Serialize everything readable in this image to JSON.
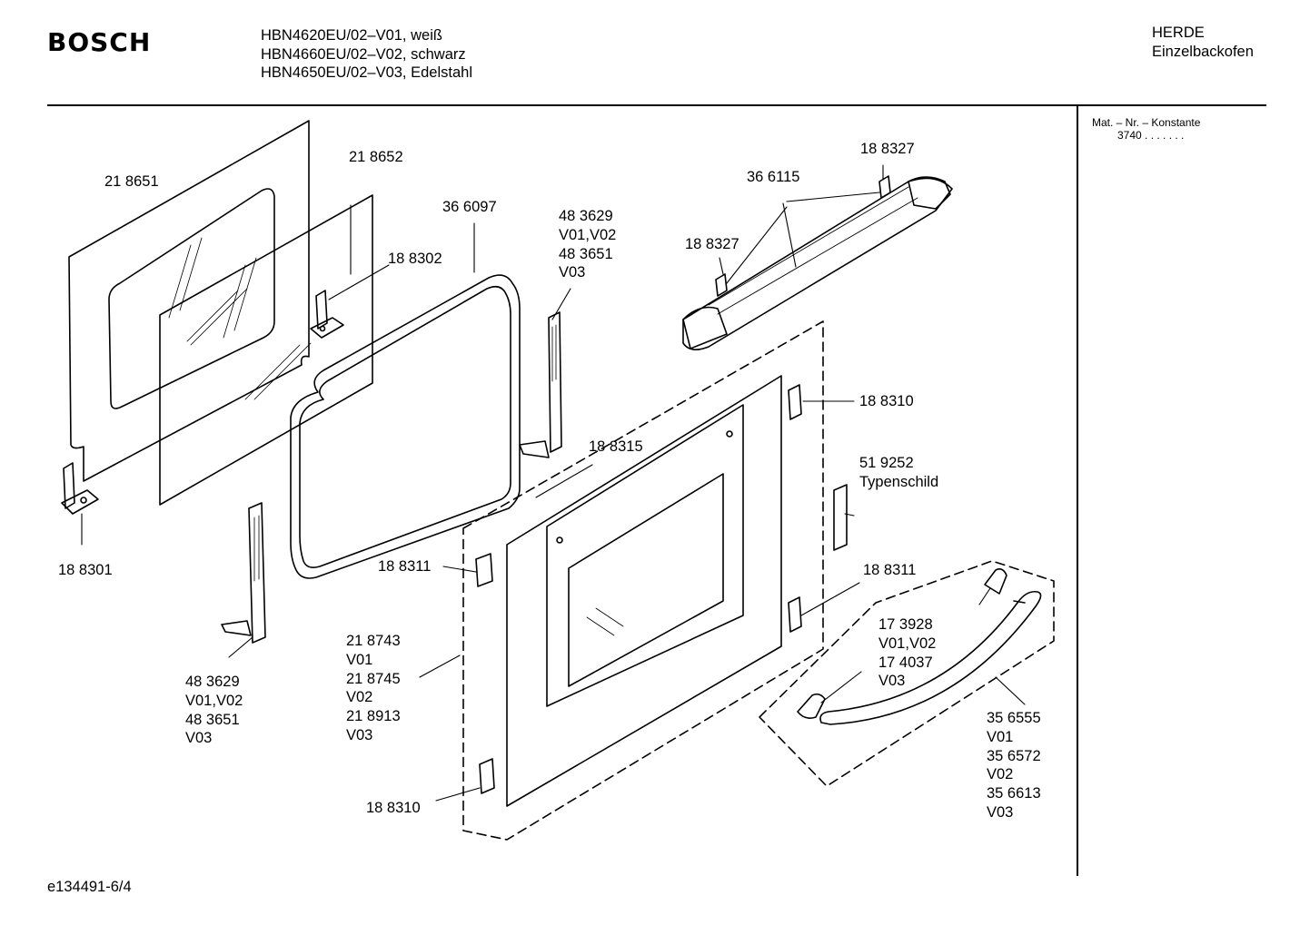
{
  "header": {
    "brand": "BOSCH",
    "models": [
      "HBN4620EU/02–V01, weiß",
      "HBN4660EU/02–V02, schwarz",
      "HBN4650EU/02–V03, Edelstahl"
    ],
    "category": [
      "HERDE",
      "Einzelbackofen"
    ]
  },
  "side_panel": {
    "mat_label": "Mat. – Nr. – Konstante",
    "mat_value": "3740 . .    . . . . ."
  },
  "footer": {
    "doc_id": "e134491-6/4"
  },
  "labels": {
    "outer_glass": "21 8651",
    "inner_glass": "21 8652",
    "gasket": "36 6097",
    "hinge_right": [
      "48 3629",
      "V01,V02",
      "48 3651",
      "V03"
    ],
    "clip_top": "18 8302",
    "clip_bottom": "18 8301",
    "hinge_left": [
      "48 3629",
      "V01,V02",
      "48 3651",
      "V03"
    ],
    "strip": "18 8315",
    "handle_bar": "36 6115",
    "endcap_top": "18 8327",
    "endcap_left": "18 8327",
    "bracket_right_top": "18 8310",
    "type_plate": [
      "51 9252",
      "Typenschild"
    ],
    "bracket_left_mid": "18 8311",
    "bracket_right_mid": "18 8311",
    "front_panel": [
      "21 8743",
      "V01",
      "21 8745",
      "V02",
      "21 8913",
      "V03"
    ],
    "bracket_bottom": "18 8310",
    "handle_holder": [
      "17 3928",
      "V01,V02",
      "17 4037",
      "V03"
    ],
    "handle": [
      "35 6555",
      "V01",
      "35 6572",
      "V02",
      "35 6613",
      "V03"
    ]
  }
}
